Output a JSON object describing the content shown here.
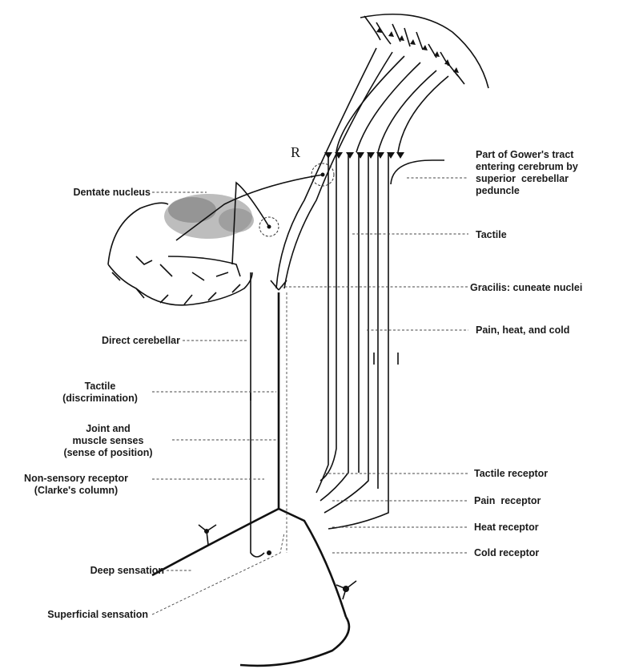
{
  "labels": {
    "dentate_nucleus": "Dentate nucleus",
    "direct_cerebellar": "Direct cerebellar",
    "tactile_discrimination": "Tactile\n(discrimination)",
    "joint_muscle": "Joint and\nmuscle senses\n(sense of position)",
    "non_sensory": "Non-sensory receptor\n(Clarke's column)",
    "deep_sensation": "Deep sensation",
    "superficial_sensation": "Superficial sensation",
    "gowers_tract": "Part of Gower's tract\nentering cerebrum by\nsuperior  cerebellar\npeduncle",
    "tactile": "Tactile",
    "gracilis": "Gracilis: cuneate nuclei",
    "pain_heat_cold": "Pain, heat, and cold",
    "tactile_receptor": "Tactile receptor",
    "pain_receptor": "Pain  receptor",
    "heat_receptor": "Heat receptor",
    "cold_receptor": "Cold receptor"
  },
  "marker": "R"
}
